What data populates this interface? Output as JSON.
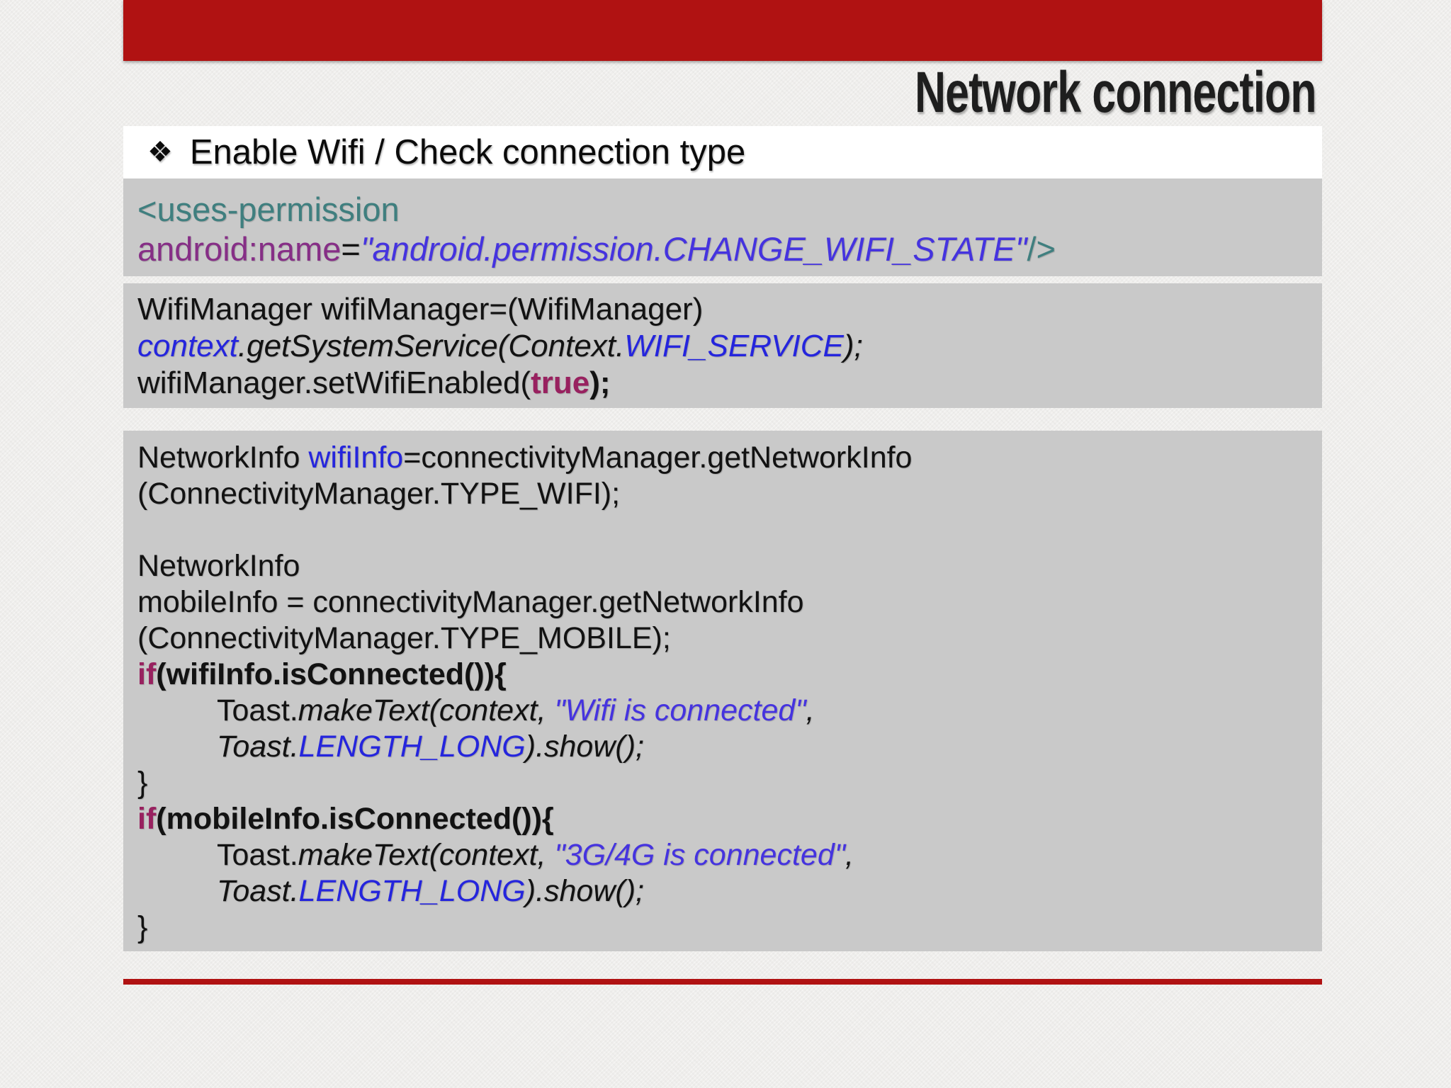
{
  "slide": {
    "title": "Network connection",
    "heading": {
      "bullet": "❖",
      "text": "Enable Wifi / Check connection type"
    },
    "colors": {
      "accent_red": "#b01212",
      "code_background": "#c9c9c9",
      "xml_tag_teal": "#3f7f7f",
      "xml_attr_purple": "#862e86",
      "string_blue": "#4533df",
      "field_blue": "#2525dd",
      "keyword_magenta": "#98215f"
    }
  },
  "code_blocks": [
    {
      "name": "xml-permission",
      "lines": [
        {
          "indent": false,
          "spans": [
            {
              "t": "<uses-permission ",
              "s": "t"
            }
          ]
        },
        {
          "indent": false,
          "spans": [
            {
              "t": "android:name",
              "s": "a"
            },
            {
              "t": "=",
              "s": "p"
            },
            {
              "t": "\"android.permission.CHANGE_WIFI_STATE\"",
              "s": "s"
            },
            {
              "t": "/>",
              "s": "t"
            }
          ]
        }
      ]
    },
    {
      "name": "wifimanager-enable",
      "lines": [
        {
          "indent": false,
          "spans": [
            {
              "t": "WifiManager wifiManager=(WifiManager)",
              "s": "p"
            }
          ]
        },
        {
          "indent": false,
          "spans": [
            {
              "t": "context",
              "s": "fi"
            },
            {
              "t": ".getSystemService(Context.",
              "s": "pi"
            },
            {
              "t": "WIFI_SERVICE",
              "s": "fi"
            },
            {
              "t": ");",
              "s": "pi"
            }
          ]
        },
        {
          "indent": false,
          "spans": [
            {
              "t": "wifiManager.setWifiEnabled(",
              "s": "p"
            },
            {
              "t": "true",
              "s": "k"
            },
            {
              "t": ");",
              "s": "pb"
            }
          ]
        }
      ]
    },
    {
      "name": "networkinfo-check",
      "lines": [
        {
          "indent": false,
          "spans": [
            {
              "t": "NetworkInfo ",
              "s": "p"
            },
            {
              "t": "wifiInfo",
              "s": "f"
            },
            {
              "t": "=connectivityManager.getNetworkInfo",
              "s": "p"
            }
          ]
        },
        {
          "indent": false,
          "spans": [
            {
              "t": "(ConnectivityManager.TYPE_WIFI);",
              "s": "p"
            }
          ]
        },
        {
          "indent": false,
          "spans": []
        },
        {
          "indent": false,
          "spans": [
            {
              "t": "NetworkInfo",
              "s": "p"
            }
          ]
        },
        {
          "indent": false,
          "spans": [
            {
              "t": "mobileInfo = connectivityManager.getNetworkInfo",
              "s": "p"
            }
          ]
        },
        {
          "indent": false,
          "spans": [
            {
              "t": "(ConnectivityManager.TYPE_MOBILE);",
              "s": "p"
            }
          ]
        },
        {
          "indent": false,
          "spans": [
            {
              "t": "if",
              "s": "k"
            },
            {
              "t": "(wifiInfo.isConnected()){",
              "s": "pb"
            }
          ]
        },
        {
          "indent": true,
          "spans": [
            {
              "t": "Toast.",
              "s": "p"
            },
            {
              "t": "makeText(context, ",
              "s": "pi"
            },
            {
              "t": "\"Wifi is connected\"",
              "s": "s"
            },
            {
              "t": ",",
              "s": "pi"
            }
          ]
        },
        {
          "indent": true,
          "spans": [
            {
              "t": "Toast.",
              "s": "pi"
            },
            {
              "t": "LENGTH_LONG",
              "s": "fi"
            },
            {
              "t": ").show();",
              "s": "pi"
            }
          ]
        },
        {
          "indent": false,
          "spans": [
            {
              "t": "}",
              "s": "p"
            }
          ]
        },
        {
          "indent": false,
          "spans": [
            {
              "t": "if",
              "s": "k"
            },
            {
              "t": "(mobileInfo.isConnected()){",
              "s": "pb"
            }
          ]
        },
        {
          "indent": true,
          "spans": [
            {
              "t": "Toast.",
              "s": "p"
            },
            {
              "t": "makeText(context, ",
              "s": "pi"
            },
            {
              "t": "\"3G/4G is connected\"",
              "s": "s"
            },
            {
              "t": ",",
              "s": "pi"
            }
          ]
        },
        {
          "indent": true,
          "spans": [
            {
              "t": "Toast.",
              "s": "pi"
            },
            {
              "t": "LENGTH_LONG",
              "s": "fi"
            },
            {
              "t": ").show();",
              "s": "pi"
            }
          ]
        },
        {
          "indent": false,
          "spans": [
            {
              "t": "}",
              "s": "p"
            }
          ]
        }
      ]
    }
  ]
}
